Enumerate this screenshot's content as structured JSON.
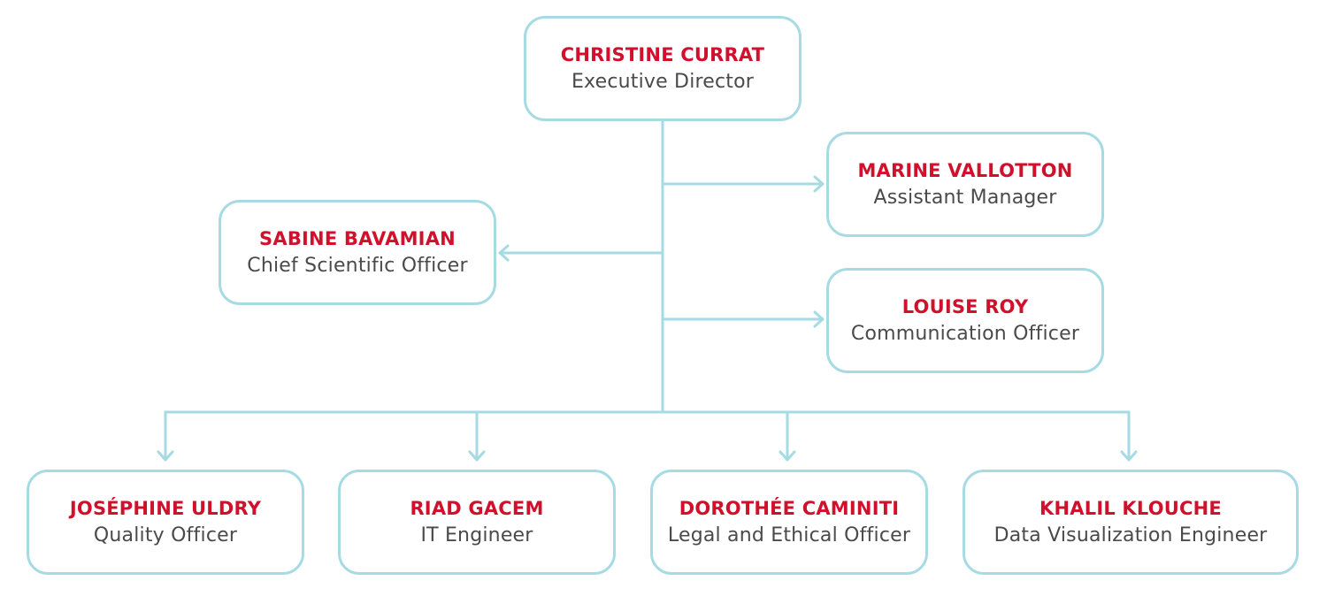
{
  "chart": {
    "line_color": "#a6dbe4",
    "name_color": "#d1102c",
    "role_color": "#4a4a4a"
  },
  "nodes": {
    "ceo": {
      "name": "CHRISTINE CURRAT",
      "role": "Executive Director"
    },
    "sabine": {
      "name": "SABINE BAVAMIAN",
      "role": "Chief Scientific Officer"
    },
    "marine": {
      "name": "MARINE VALLOTTON",
      "role": "Assistant Manager"
    },
    "louise": {
      "name": "LOUISE ROY",
      "role": "Communication Officer"
    },
    "josephine": {
      "name": "JOSÉPHINE ULDRY",
      "role": "Quality Officer"
    },
    "riad": {
      "name": "RIAD GACEM",
      "role": "IT Engineer"
    },
    "dorothee": {
      "name": "DOROTHÉE CAMINITI",
      "role": "Legal and Ethical Officer"
    },
    "khalil": {
      "name": "KHALIL KLOUCHE",
      "role": "Data Visualization Engineer"
    }
  }
}
